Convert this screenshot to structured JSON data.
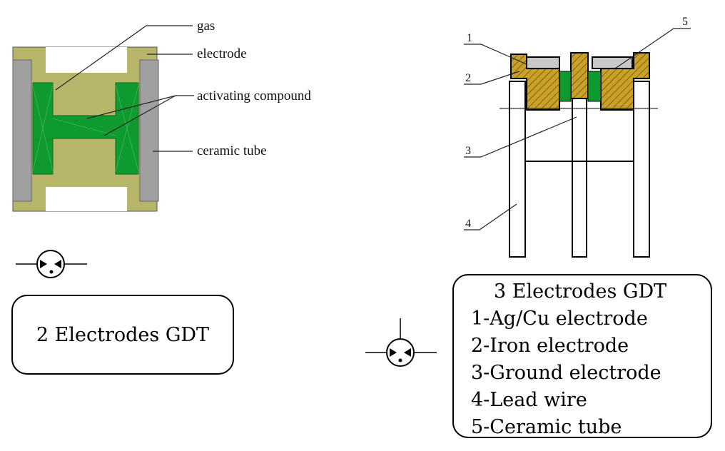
{
  "left_diagram": {
    "labels": {
      "gas": "gas",
      "electrode": "electrode",
      "activating_compound": "activating compound",
      "ceramic_tube": "ceramic tube"
    },
    "box_title": "2 Electrodes GDT"
  },
  "right_diagram": {
    "callouts": [
      "1",
      "2",
      "3",
      "4",
      "5"
    ],
    "box_title": "3 Electrodes GDT",
    "legend": [
      "1-Ag/Cu electrode",
      "2-Iron electrode",
      "3-Ground electrode",
      "4-Lead wire",
      "5-Ceramic tube"
    ]
  },
  "colors": {
    "electrode": "#b7b56a",
    "activating_compound": "#0e9a2e",
    "ceramic_tube": "#a0a0a0",
    "hatch_fill": "#c9a028"
  }
}
